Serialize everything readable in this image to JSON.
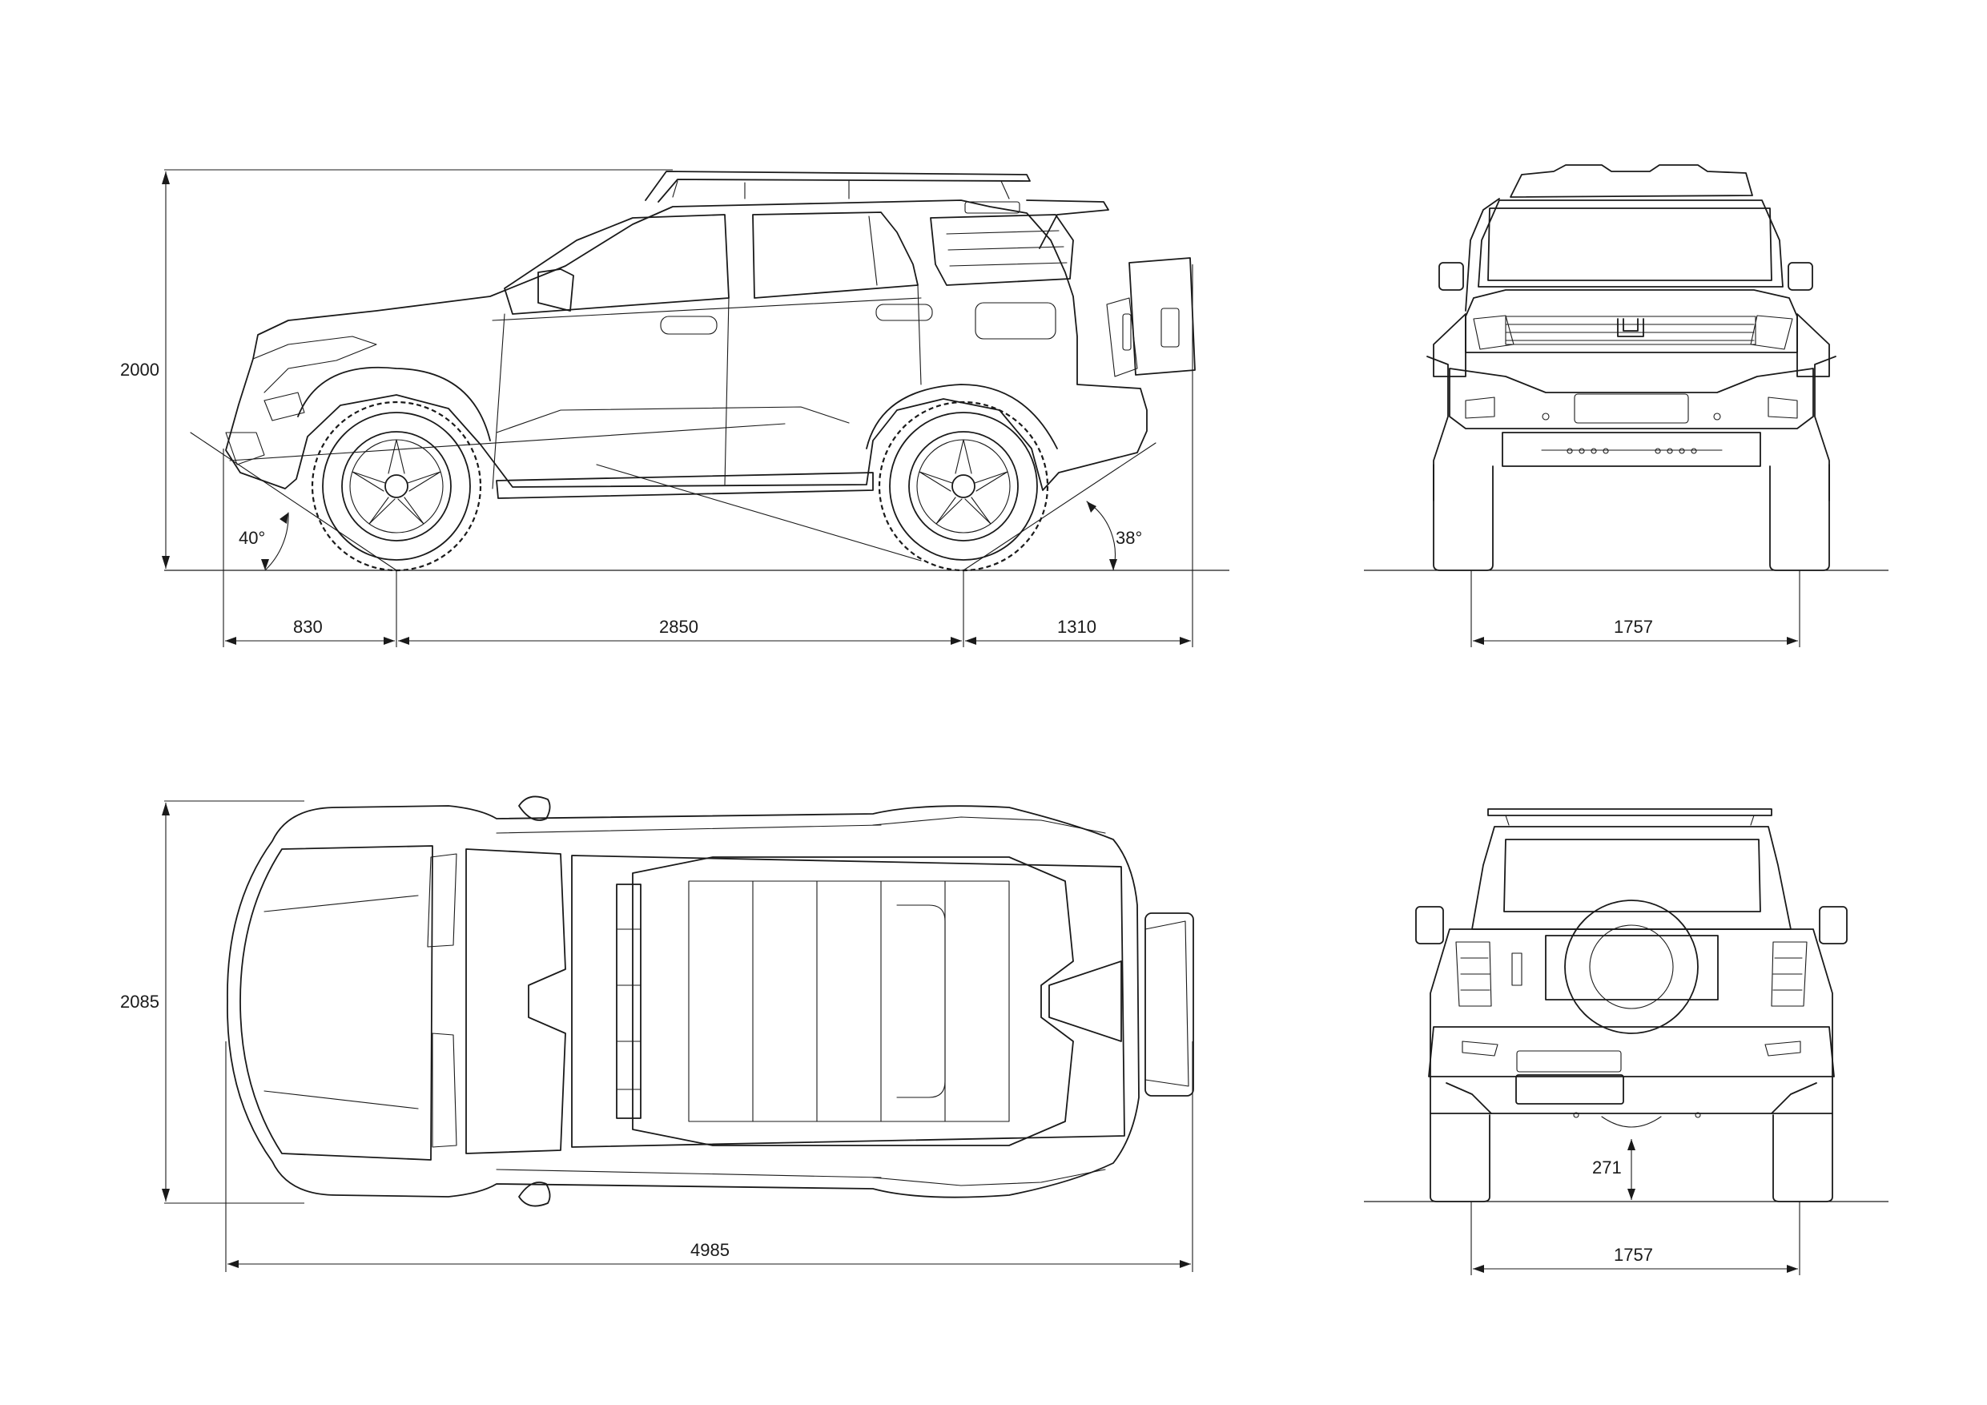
{
  "side_view": {
    "height": "2000",
    "front_overhang": "830",
    "wheelbase": "2850",
    "rear_overhang": "1310",
    "approach_angle": "40°",
    "departure_angle": "38°"
  },
  "front_view": {
    "track": "1757"
  },
  "top_view": {
    "width": "2085",
    "length": "4985"
  },
  "rear_view": {
    "track": "1757",
    "ground_clearance": "271"
  },
  "colors": {
    "line": "#1a1a1a",
    "background": "#ffffff"
  }
}
